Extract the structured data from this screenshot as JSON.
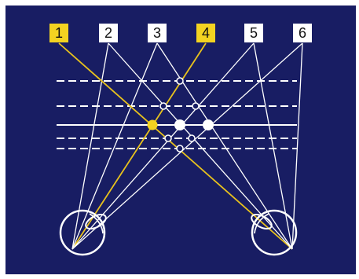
{
  "labels": [
    "1",
    "2",
    "3",
    "4",
    "5",
    "6"
  ],
  "highlighted_labels": [
    "1",
    "4"
  ],
  "colors": {
    "background": "#181d63",
    "line_white": "#ffffff",
    "line_yellow": "#e8c21d",
    "box_white": "#ffffff",
    "box_yellow": "#f3d321"
  },
  "elements": {
    "left_eye": "eye-icon",
    "right_eye": "eye-icon"
  }
}
